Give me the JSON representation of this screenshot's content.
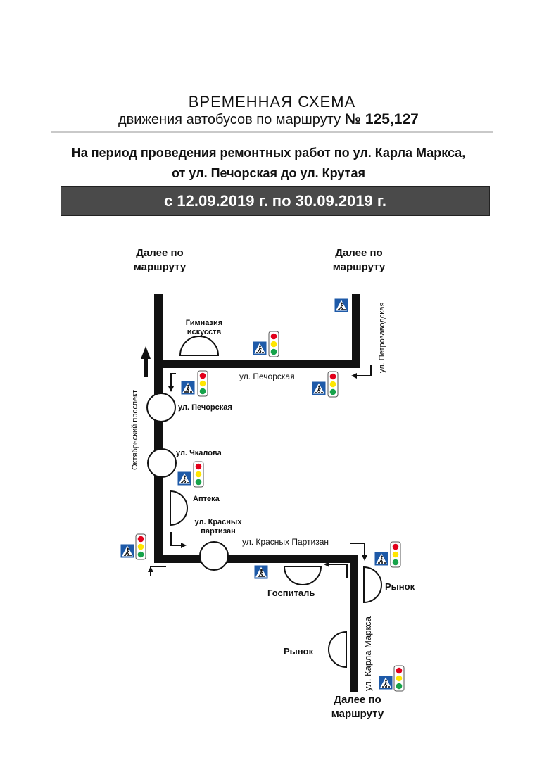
{
  "header": {
    "title": "ВРЕМЕННАЯ   СХЕМА",
    "subtitle_text": "движения автобусов по маршруту",
    "route_numbers": "№ 125,127",
    "period_line1": "На период проведения ремонтных работ  по ул. Карла Маркса,",
    "period_line2": "от ул. Печорская до ул. Крутая",
    "dates": "с  12.09.2019 г.  по  30.09.2019 г."
  },
  "map": {
    "continue_label": "Далее по маршруту",
    "continue_line1": "Далее по",
    "continue_line2": "маршруту",
    "streets": {
      "oktyabrsky": "Октябрьский проспект",
      "pechorskaya": "ул. Печорская",
      "petrozavodskaya": "ул. Петрозаводская",
      "krasnykh_partizan": "ул. Красных Партизан",
      "karla_marksa": "ул. Карла Маркса"
    },
    "stops": {
      "pechorskaya": "ул. Печорская",
      "chkalova": "ул. Чкалова",
      "krasnykh_line1": "ул. Красных",
      "krasnykh_line2": "партизан"
    },
    "landmarks": {
      "gymnasium_line1": "Гимназия",
      "gymnasium_line2": "искусств",
      "apteka": "Аптека",
      "gospital": "Госпиталь",
      "rynok": "Рынок"
    },
    "colors": {
      "route": "#111111",
      "crossing_blue": "#1e5aa8",
      "light_red": "#e3001b",
      "light_yellow": "#ffe600",
      "light_green": "#16a34a"
    },
    "icons": [
      "pedestrian-crossing-icon",
      "traffic-light-icon",
      "direction-arrow-icon",
      "bus-stop-icon"
    ]
  }
}
